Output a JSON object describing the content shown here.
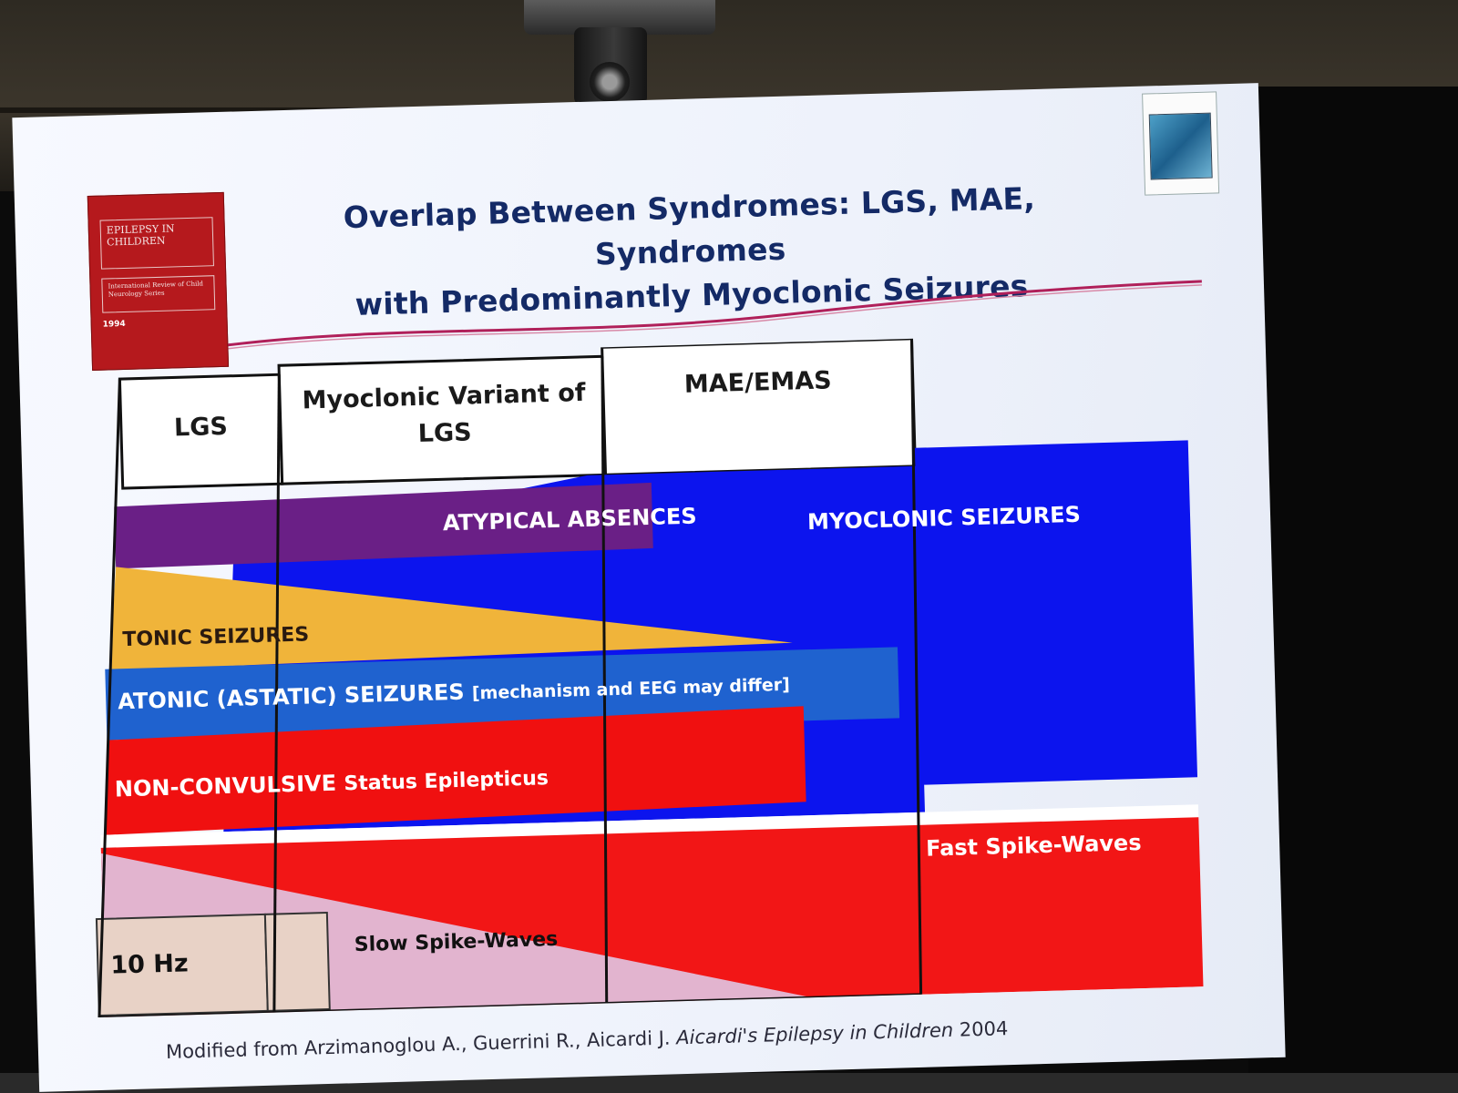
{
  "slide": {
    "title_line1": "Overlap Between Syndromes: LGS, MAE, Syndromes",
    "title_line2": "with Predominantly Myoclonic Seizures",
    "footer_prefix": "Modified from Arzimanoglou A., Guerrini R., Aicardi J.",
    "footer_italic": "Aicardi's Epilepsy in Children",
    "footer_year": "2004"
  },
  "book_cover": {
    "title": "EPILEPSY IN CHILDREN",
    "series": "International Review of Child Neurology Series",
    "year": "1994",
    "color": "#b5191d"
  },
  "columns": [
    {
      "label": "LGS"
    },
    {
      "label": "Myoclonic Variant of LGS"
    },
    {
      "label": "MAE/EMAS"
    }
  ],
  "bands": {
    "atypical_absences": {
      "label": "ATYPICAL ABSENCES",
      "color": "#6a1f86"
    },
    "myoclonic": {
      "label": "MYOCLONIC SEIZURES",
      "color": "#0c14ee"
    },
    "tonic": {
      "label": "TONIC SEIZURES",
      "color": "#f0b43a"
    },
    "atonic": {
      "label": "ATONIC (ASTATIC) SEIZURES",
      "note": "[mechanism and EEG may differ]",
      "color": "#1f62cf"
    },
    "ncse": {
      "label_bold": "NON-CONVULSIVE",
      "label_rest": "Status Epilepticus",
      "color": "#f01010"
    },
    "fast_spike_waves": {
      "label": "Fast Spike-Waves",
      "color": "#f21616"
    },
    "slow_spike_waves": {
      "label": "Slow Spike-Waves",
      "color": "#e2b4cf"
    },
    "hz10": {
      "label": "10 Hz",
      "color": "#e8d2c6"
    }
  }
}
